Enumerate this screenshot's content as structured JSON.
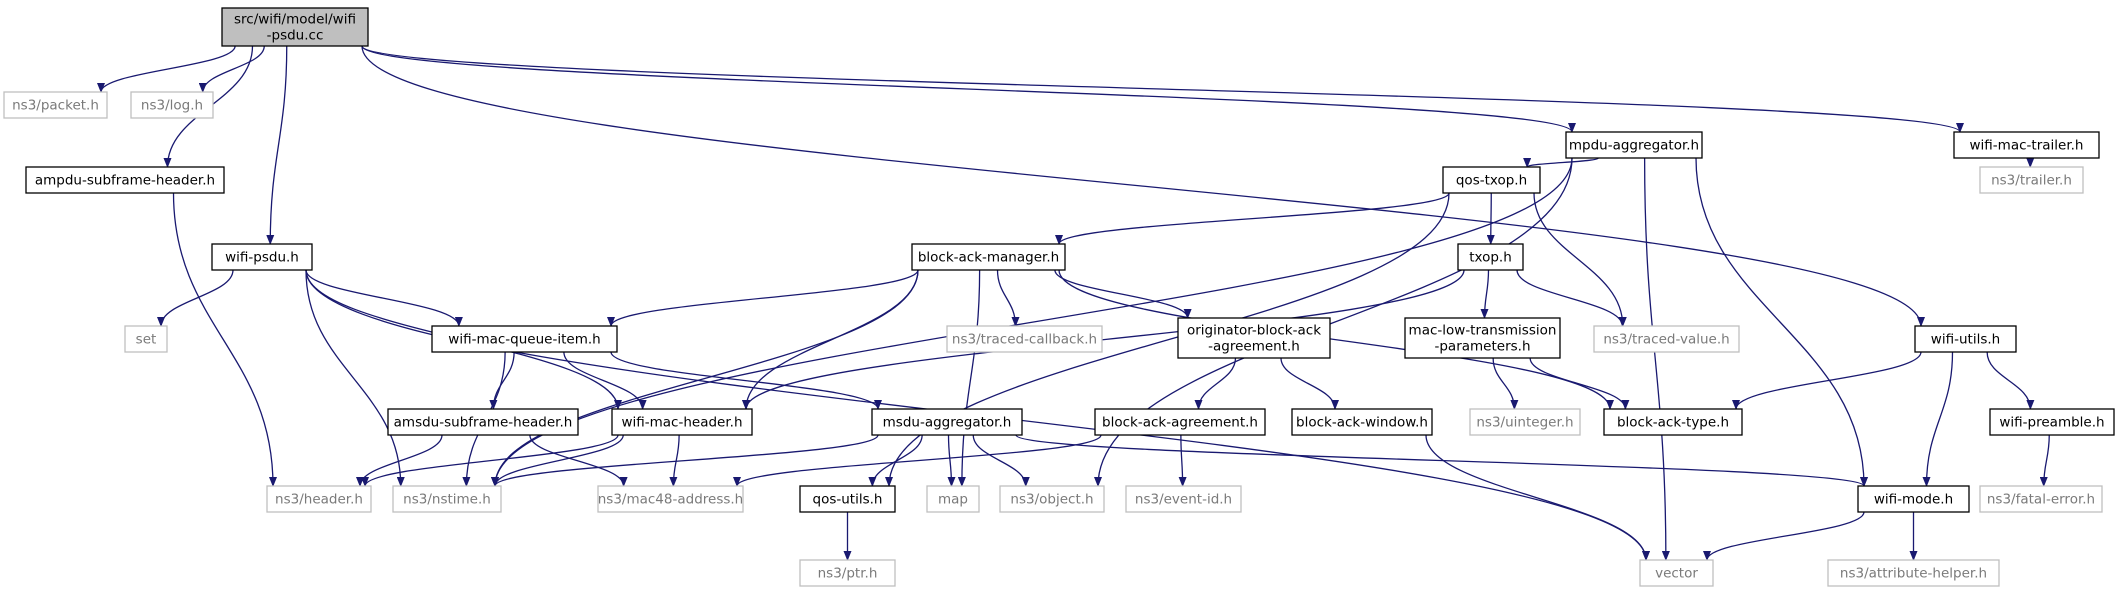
{
  "colors": {
    "edge": "#191970",
    "root_fill": "#bfbfbf",
    "node_border": "#000000",
    "external_border": "#bfbfbf",
    "external_text": "#7a7a7a"
  },
  "nodes": [
    {
      "id": "root",
      "label": [
        "src/wifi/model/wifi",
        "-psdu.cc"
      ],
      "kind": "root"
    },
    {
      "id": "packet",
      "label": [
        "ns3/packet.h"
      ],
      "kind": "external"
    },
    {
      "id": "log",
      "label": [
        "ns3/log.h"
      ],
      "kind": "external"
    },
    {
      "id": "ampdu",
      "label": [
        "ampdu-subframe-header.h"
      ],
      "kind": "normal"
    },
    {
      "id": "wifipsdu",
      "label": [
        "wifi-psdu.h"
      ],
      "kind": "normal"
    },
    {
      "id": "mpdu",
      "label": [
        "mpdu-aggregator.h"
      ],
      "kind": "normal"
    },
    {
      "id": "trailer",
      "label": [
        "wifi-mac-trailer.h"
      ],
      "kind": "normal"
    },
    {
      "id": "ns3trailer",
      "label": [
        "ns3/trailer.h"
      ],
      "kind": "external"
    },
    {
      "id": "qostxop",
      "label": [
        "qos-txop.h"
      ],
      "kind": "normal"
    },
    {
      "id": "bam",
      "label": [
        "block-ack-manager.h"
      ],
      "kind": "normal"
    },
    {
      "id": "txop",
      "label": [
        "txop.h"
      ],
      "kind": "normal"
    },
    {
      "id": "set",
      "label": [
        "set"
      ],
      "kind": "external"
    },
    {
      "id": "queueitem",
      "label": [
        "wifi-mac-queue-item.h"
      ],
      "kind": "normal"
    },
    {
      "id": "tracedcb",
      "label": [
        "ns3/traced-callback.h"
      ],
      "kind": "external"
    },
    {
      "id": "oba",
      "label": [
        "originator-block-ack",
        "-agreement.h"
      ],
      "kind": "normal"
    },
    {
      "id": "mltp",
      "label": [
        "mac-low-transmission",
        "-parameters.h"
      ],
      "kind": "normal"
    },
    {
      "id": "tracedval",
      "label": [
        "ns3/traced-value.h"
      ],
      "kind": "external"
    },
    {
      "id": "wifiutils",
      "label": [
        "wifi-utils.h"
      ],
      "kind": "normal"
    },
    {
      "id": "amsdu",
      "label": [
        "amsdu-subframe-header.h"
      ],
      "kind": "normal"
    },
    {
      "id": "macheader",
      "label": [
        "wifi-mac-header.h"
      ],
      "kind": "normal"
    },
    {
      "id": "msdu",
      "label": [
        "msdu-aggregator.h"
      ],
      "kind": "normal"
    },
    {
      "id": "baa",
      "label": [
        "block-ack-agreement.h"
      ],
      "kind": "normal"
    },
    {
      "id": "baw",
      "label": [
        "block-ack-window.h"
      ],
      "kind": "normal"
    },
    {
      "id": "uinteger",
      "label": [
        "ns3/uinteger.h"
      ],
      "kind": "external"
    },
    {
      "id": "batype",
      "label": [
        "block-ack-type.h"
      ],
      "kind": "normal"
    },
    {
      "id": "preamble",
      "label": [
        "wifi-preamble.h"
      ],
      "kind": "normal"
    },
    {
      "id": "header",
      "label": [
        "ns3/header.h"
      ],
      "kind": "external"
    },
    {
      "id": "nstime",
      "label": [
        "ns3/nstime.h"
      ],
      "kind": "external"
    },
    {
      "id": "mac48",
      "label": [
        "ns3/mac48-address.h"
      ],
      "kind": "external"
    },
    {
      "id": "qosutils",
      "label": [
        "qos-utils.h"
      ],
      "kind": "normal"
    },
    {
      "id": "map",
      "label": [
        "map"
      ],
      "kind": "external"
    },
    {
      "id": "object",
      "label": [
        "ns3/object.h"
      ],
      "kind": "external"
    },
    {
      "id": "eventid",
      "label": [
        "ns3/event-id.h"
      ],
      "kind": "external"
    },
    {
      "id": "wifimode",
      "label": [
        "wifi-mode.h"
      ],
      "kind": "normal"
    },
    {
      "id": "fatal",
      "label": [
        "ns3/fatal-error.h"
      ],
      "kind": "external"
    },
    {
      "id": "ptr",
      "label": [
        "ns3/ptr.h"
      ],
      "kind": "external"
    },
    {
      "id": "vector",
      "label": [
        "vector"
      ],
      "kind": "external"
    },
    {
      "id": "attrhelper",
      "label": [
        "ns3/attribute-helper.h"
      ],
      "kind": "external"
    }
  ],
  "edges": [
    [
      "root",
      "packet"
    ],
    [
      "root",
      "log"
    ],
    [
      "root",
      "ampdu"
    ],
    [
      "root",
      "wifipsdu"
    ],
    [
      "root",
      "mpdu"
    ],
    [
      "root",
      "trailer"
    ],
    [
      "root",
      "wifiutils"
    ],
    [
      "trailer",
      "ns3trailer"
    ],
    [
      "ampdu",
      "header"
    ],
    [
      "mpdu",
      "qostxop"
    ],
    [
      "mpdu",
      "nstime"
    ],
    [
      "mpdu",
      "object"
    ],
    [
      "mpdu",
      "vector"
    ],
    [
      "mpdu",
      "wifimode"
    ],
    [
      "qostxop",
      "bam"
    ],
    [
      "qostxop",
      "txop"
    ],
    [
      "qostxop",
      "tracedval"
    ],
    [
      "qostxop",
      "qosutils"
    ],
    [
      "bam",
      "queueitem"
    ],
    [
      "bam",
      "tracedcb"
    ],
    [
      "bam",
      "oba"
    ],
    [
      "bam",
      "macheader"
    ],
    [
      "bam",
      "nstime"
    ],
    [
      "bam",
      "map"
    ],
    [
      "bam",
      "batype"
    ],
    [
      "txop",
      "mltp"
    ],
    [
      "txop",
      "tracedval"
    ],
    [
      "txop",
      "macheader"
    ],
    [
      "wifipsdu",
      "set"
    ],
    [
      "wifipsdu",
      "queueitem"
    ],
    [
      "wifipsdu",
      "macheader"
    ],
    [
      "wifipsdu",
      "nstime"
    ],
    [
      "wifipsdu",
      "vector"
    ],
    [
      "queueitem",
      "amsdu"
    ],
    [
      "queueitem",
      "macheader"
    ],
    [
      "queueitem",
      "msdu"
    ],
    [
      "queueitem",
      "nstime"
    ],
    [
      "oba",
      "baa"
    ],
    [
      "oba",
      "baw"
    ],
    [
      "mltp",
      "uinteger"
    ],
    [
      "mltp",
      "batype"
    ],
    [
      "wifiutils",
      "batype"
    ],
    [
      "wifiutils",
      "preamble"
    ],
    [
      "wifiutils",
      "wifimode"
    ],
    [
      "amsdu",
      "header"
    ],
    [
      "amsdu",
      "mac48"
    ],
    [
      "macheader",
      "header"
    ],
    [
      "macheader",
      "nstime"
    ],
    [
      "macheader",
      "mac48"
    ],
    [
      "msdu",
      "nstime"
    ],
    [
      "msdu",
      "qosutils"
    ],
    [
      "msdu",
      "map"
    ],
    [
      "msdu",
      "object"
    ],
    [
      "msdu",
      "wifimode"
    ],
    [
      "baa",
      "mac48"
    ],
    [
      "baa",
      "eventid"
    ],
    [
      "baw",
      "vector"
    ],
    [
      "preamble",
      "fatal"
    ],
    [
      "qosutils",
      "ptr"
    ],
    [
      "wifimode",
      "vector"
    ],
    [
      "wifimode",
      "attrhelper"
    ]
  ]
}
